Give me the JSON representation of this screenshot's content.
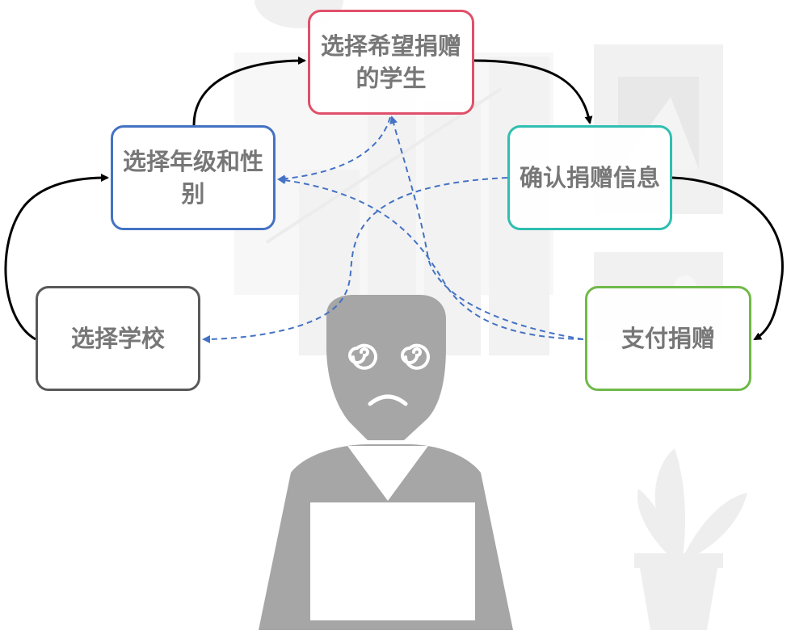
{
  "nodes": {
    "select_school": "选择学校",
    "select_grade_gender": "选择年级和性别",
    "select_student": "选择希望捐赠的学生",
    "confirm_info": "确认捐赠信息",
    "pay_donation": "支付捐赠"
  },
  "flow_order": [
    "选择学校",
    "选择年级和性别",
    "选择希望捐赠的学生",
    "确认捐赠信息",
    "支付捐赠"
  ],
  "backtrack_links": [
    {
      "from": "确认捐赠信息",
      "to": "选择学校"
    },
    {
      "from": "支付捐赠",
      "to": "选择年级和性别"
    },
    {
      "from": "支付捐赠",
      "to": "选择希望捐赠的学生"
    },
    {
      "from": "选择希望捐赠的学生",
      "to": "选择年级和性别"
    }
  ],
  "colors": {
    "school_border": "#595959",
    "grade_border": "#4472c4",
    "student_border": "#e0506a",
    "confirm_border": "#2fbfb1",
    "pay_border": "#70b949",
    "text": "#777777",
    "flow_arrow": "#000000",
    "backtrack_arrow": "#4472c4",
    "illustration_gray": "#a6a6a6"
  },
  "illustration": {
    "person": "confused-person-with-laptop",
    "eyes": "spiral-eyes",
    "mouth": "frown",
    "decor": [
      "background-bar-chart",
      "picture-frame",
      "potted-plant"
    ]
  }
}
